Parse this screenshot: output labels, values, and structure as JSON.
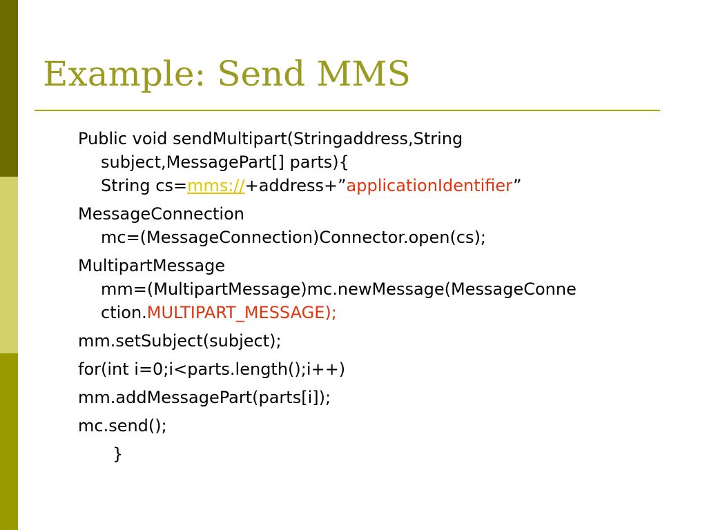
{
  "slide": {
    "title": "Example: Send MMS",
    "code": {
      "p1_l1": "Public void sendMultipart(Stringaddress,String",
      "p1_l2": "subject,MessagePart[] parts){",
      "p1_l3_a": "String cs=",
      "p1_l3_link": "mms://",
      "p1_l3_b": "+address+”",
      "p1_l3_red": "applicationIdentifier",
      "p1_l3_c": "”",
      "p2_l1": "MessageConnection",
      "p2_l2": "mc=(MessageConnection)Connector.open(cs);",
      "p3_l1": "MultipartMessage",
      "p3_l2": "mm=(MultipartMessage)mc.newMessage(MessageConne",
      "p3_l3_a": "ction.",
      "p3_l3_red": "MULTIPART_MESSAGE);",
      "p4": "mm.setSubject(subject);",
      "p5": "for(int i=0;i<parts.length();i++)",
      "p6": "mm.addMessagePart(parts[i]);",
      "p7": "mc.send();",
      "p8": "}"
    },
    "colors": {
      "bar_top": "#6b6b00",
      "bar_mid": "#d2d26a",
      "bar_bottom": "#999900",
      "title": "#9b9b1f",
      "highlight_red": "#e0350f",
      "highlight_yellow": "#e6c600"
    }
  }
}
